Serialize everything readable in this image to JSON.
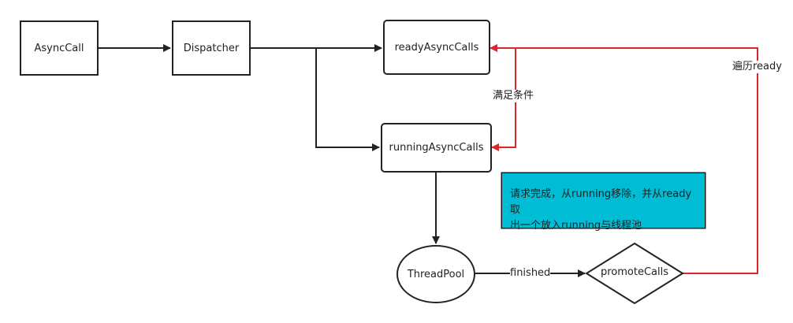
{
  "nodes": {
    "async_call": "AsyncCall",
    "dispatcher": "Dispatcher",
    "ready_async_calls": "readyAsyncCalls",
    "running_async_calls": "runningAsyncCalls",
    "thread_pool": "ThreadPool",
    "promote_calls": "promoteCalls"
  },
  "edge_labels": {
    "condition": "满足条件",
    "traverse_ready": "遍历ready",
    "finished": "finished"
  },
  "note": {
    "line1": "请求完成，从running移除，并从ready取",
    "line2": "出一个放入running与线程池"
  },
  "colors": {
    "line": "#222222",
    "highlight": "#d9272e",
    "note_bg": "#00bcd4"
  }
}
